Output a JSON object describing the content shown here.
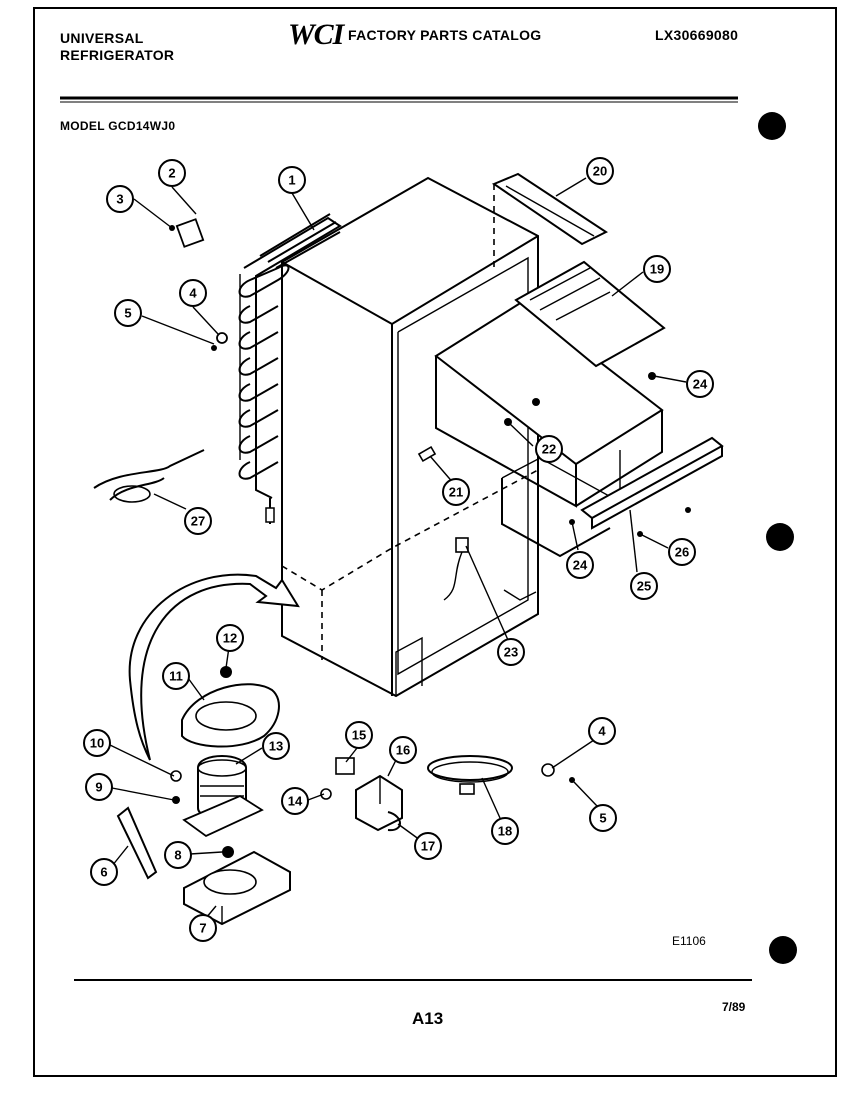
{
  "header": {
    "brand_line1": "UNIVERSAL",
    "brand_line2": "REFRIGERATOR",
    "logo": "WCI",
    "catalog_title": "FACTORY PARTS CATALOG",
    "doc_number": "LX30669080",
    "model": "MODEL GCD14WJ0"
  },
  "footer": {
    "drawing_code": "E1106",
    "page": "A13",
    "date": "7/89"
  },
  "callouts": [
    "1",
    "2",
    "3",
    "4",
    "5",
    "4",
    "5",
    "6",
    "7",
    "8",
    "9",
    "10",
    "11",
    "12",
    "13",
    "14",
    "15",
    "16",
    "17",
    "18",
    "19",
    "20",
    "21",
    "22",
    "23",
    "24",
    "24",
    "25",
    "26",
    "27"
  ]
}
